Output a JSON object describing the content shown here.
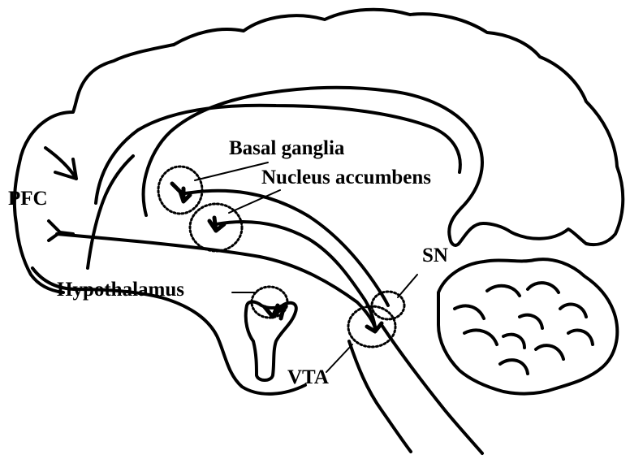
{
  "labels": {
    "basal_ganglia": "Basal ganglia",
    "nucleus_accumbens": "Nucleus accumbens",
    "pfc": "PFC",
    "sn": "SN",
    "hypothalamus": "Hypothalamus",
    "vta": "VTA"
  },
  "colors": {
    "ink": "#000000",
    "background": "#ffffff"
  }
}
